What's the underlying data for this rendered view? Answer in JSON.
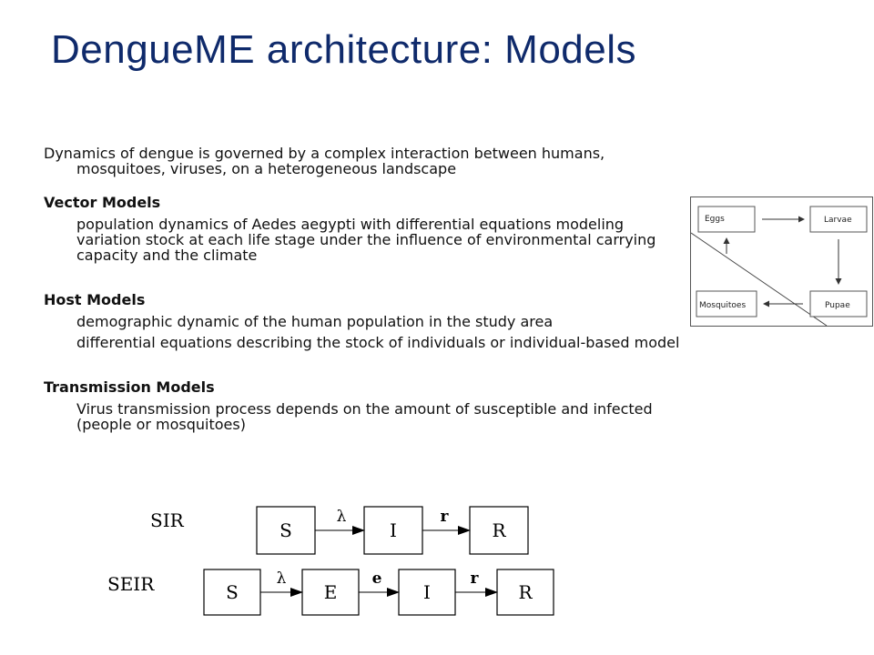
{
  "slide": {
    "title": "DengueME architecture: Models"
  },
  "content": {
    "intro": "Dynamics of dengue is governed by a complex interaction between humans, mosquitoes, viruses, on a heterogeneous landscape",
    "vector": {
      "heading": "Vector Models",
      "items": [
        "population dynamics of Aedes aegypti with differential equations modeling variation stock at each life stage under the influence of environmental carrying capacity and the climate"
      ]
    },
    "host": {
      "heading": "Host Models",
      "items": [
        "demographic dynamic of the human population in the study area",
        "differential equations describing the stock of individuals or individual-based model"
      ]
    },
    "transmission": {
      "heading": "Transmission Models",
      "items": [
        "Virus transmission process depends on the amount of susceptible and infected (people or mosquitoes)"
      ]
    }
  },
  "vector_diagram": {
    "stages": [
      "Eggs",
      "Larvae",
      "Pupae",
      "Mosquitoes"
    ]
  },
  "transmission_diagrams": {
    "sir": {
      "label": "SIR",
      "compartments": [
        "S",
        "I",
        "R"
      ],
      "rates": [
        "λ",
        "r"
      ]
    },
    "seir": {
      "label": "SEIR",
      "compartments": [
        "S",
        "E",
        "I",
        "R"
      ],
      "rates": [
        "λ",
        "e",
        "r"
      ]
    }
  }
}
